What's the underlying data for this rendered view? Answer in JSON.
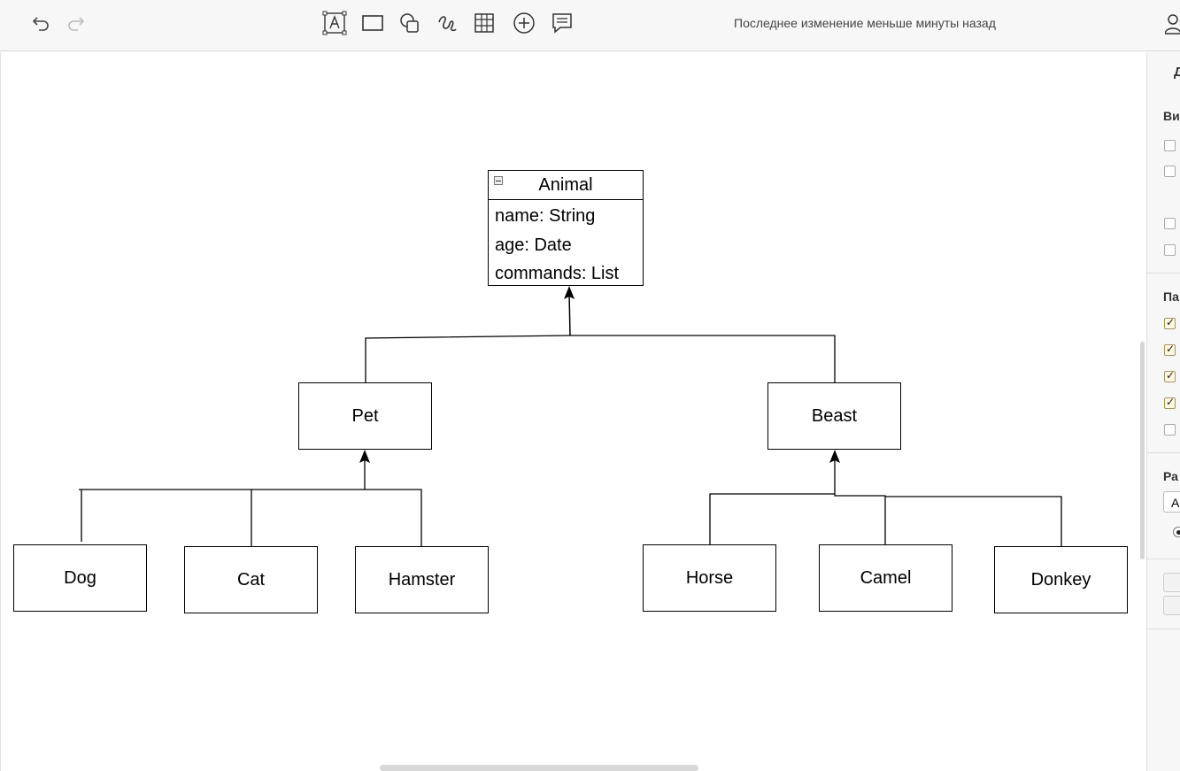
{
  "toolbar": {
    "undo_icon": "undo-icon",
    "redo_icon": "redo-icon",
    "tools": [
      "text-tool-icon",
      "rectangle-tool-icon",
      "shapes-tool-icon",
      "freehand-tool-icon",
      "table-tool-icon",
      "insert-plus-icon",
      "comment-icon"
    ],
    "status": "Последнее изменение меньше минуты назад",
    "user_icon": "user-icon"
  },
  "diagram": {
    "root": {
      "name": "Animal",
      "attributes": [
        "name: String",
        "age: Date",
        "commands: List"
      ]
    },
    "nodes": {
      "pet": "Pet",
      "beast": "Beast",
      "dog": "Dog",
      "cat": "Cat",
      "hamster": "Hamster",
      "horse": "Horse",
      "camel": "Camel",
      "donkey": "Donkey"
    }
  },
  "panel": {
    "header": "Д",
    "sections": [
      "Ви",
      "Па",
      "Ра"
    ],
    "select_value": "А",
    "checkboxes_group1": [
      false,
      false,
      false,
      false
    ],
    "checkboxes_group2": [
      true,
      true,
      true,
      true,
      false
    ]
  },
  "colors": {
    "toolbar_bg": "#f7f7f8",
    "canvas_bg": "#ffffff",
    "line": "#000000",
    "checkbox_checked": "#fff7e0"
  }
}
